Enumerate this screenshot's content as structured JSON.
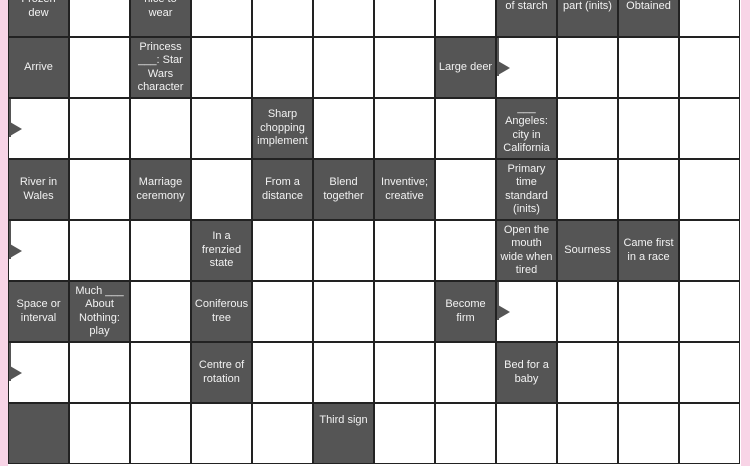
{
  "puzzle": {
    "clues": [
      "Frozen dew",
      "nice to wear",
      "of starch",
      "part (inits)",
      "Obtained",
      "Arrive",
      "Princess ___: Star Wars character",
      "Large deer",
      "Sharp chopping implement",
      "___ Angeles: city in California",
      "River in Wales",
      "Marriage ceremony",
      "From a distance",
      "Blend together",
      "Inventive; creative",
      "Primary time standard (inits)",
      "In a frenzied state",
      "Open the mouth wide when tired",
      "Sourness",
      "Came first in a race",
      "Space or interval",
      "Much ___ About Nothing: play",
      "Coniferous tree",
      "Become firm",
      "Centre of rotation",
      "Bed for a baby",
      "",
      "Third sign"
    ]
  },
  "colors": {
    "clue_bg": "#555555",
    "page_bg": "#f8d4e6"
  }
}
